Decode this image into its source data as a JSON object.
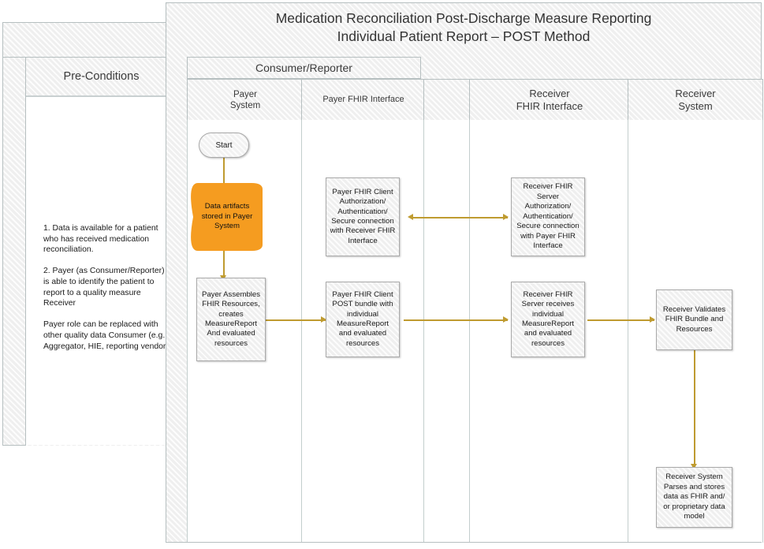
{
  "diagram": {
    "title_line1": "Medication Reconciliation Post-Discharge Measure Reporting",
    "title_line2": "Individual Patient Report – POST Method",
    "group_band_label": "Consumer/Reporter",
    "colors": {
      "connector": "#BF9B30",
      "datastore_fill": "#F59C20",
      "process_fill": "#EFEFEF",
      "border": "#B6BFC0"
    }
  },
  "preconditions": {
    "header": "Pre-Conditions",
    "items": [
      "1. Data is available for a patient who has received medication reconciliation.",
      "2. Payer (as Consumer/Reporter) is able to identify the patient to report to a quality measure Receiver",
      "Payer role can be replaced with other quality data Consumer (e.g. Aggregator, HIE, reporting vendor)"
    ]
  },
  "lanes": [
    {
      "id": "payer-system",
      "label_line1": "Payer",
      "label_line2": "System"
    },
    {
      "id": "payer-fhir-interface",
      "label_line1": "Payer FHIR Interface",
      "label_line2": ""
    },
    {
      "id": "spacer",
      "label_line1": "",
      "label_line2": ""
    },
    {
      "id": "receiver-fhir-interface",
      "label_line1": "Receiver",
      "label_line2": "FHIR Interface"
    },
    {
      "id": "receiver-system",
      "label_line1": "Receiver",
      "label_line2": "System"
    }
  ],
  "nodes": {
    "start": "Start",
    "data_artifacts": "Data artifacts stored in Payer System",
    "payer_assembles": "Payer Assembles FHIR Resources, creates MeasureReport And evaluated resources",
    "payer_auth": "Payer FHIR Client Authorization/ Authentication/ Secure connection with Receiver FHIR Interface",
    "payer_post": "Payer FHIR Client POST bundle with individual MeasureReport and evaluated resources",
    "receiver_auth": "Receiver FHIR Server Authorization/ Authentication/ Secure connection with Payer FHIR Interface",
    "receiver_receives": "Receiver FHIR Server receives individual MeasureReport and evaluated resources",
    "receiver_validates": "Receiver Validates FHIR Bundle and Resources",
    "receiver_parses": "Receiver System Parses and stores data as FHIR and/ or proprietary data model"
  }
}
